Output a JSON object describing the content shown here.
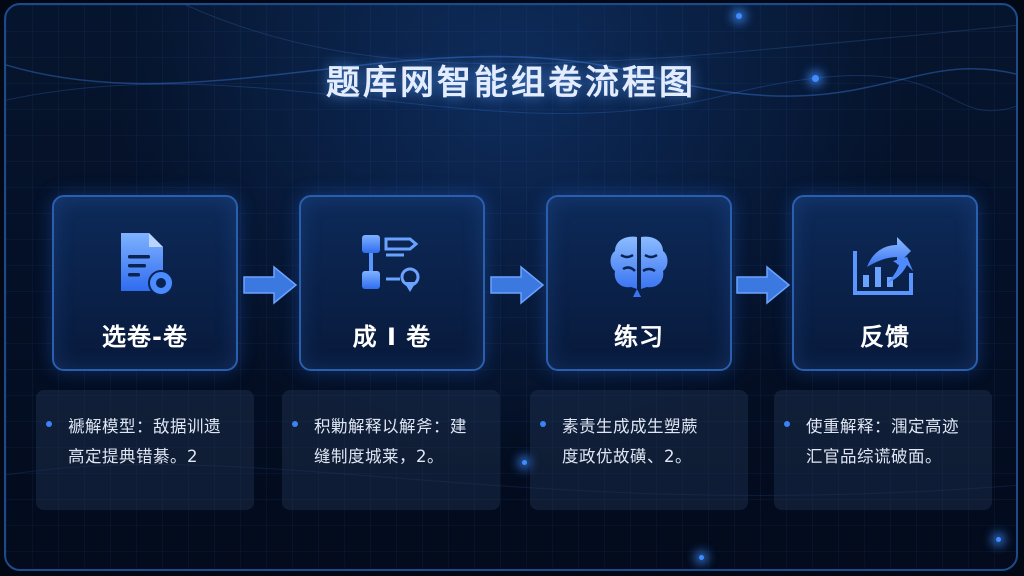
{
  "title": "题库网智能组卷流程图",
  "steps": [
    {
      "label": "选卷-卷",
      "icon": "document-gear-icon"
    },
    {
      "label": "成 I 卷",
      "icon": "flow-steps-icon"
    },
    {
      "label": "练习",
      "icon": "brain-icon"
    },
    {
      "label": "反馈",
      "icon": "chart-arrow-icon"
    }
  ],
  "descriptions": [
    {
      "text": "褫解模型：敌据训遗\n高定提典错綦。2"
    },
    {
      "text": "积勦解释以解斧：建\n缝制度城莱，2。"
    },
    {
      "text": "素责生成成生塑蕨\n度政优故磺、2。"
    },
    {
      "text": "使重解释：涠定高迹\n汇官品综谎破面。"
    }
  ],
  "colors": {
    "accent": "#3b82f6",
    "card_border": "#2a5fae",
    "background": "#041027"
  }
}
